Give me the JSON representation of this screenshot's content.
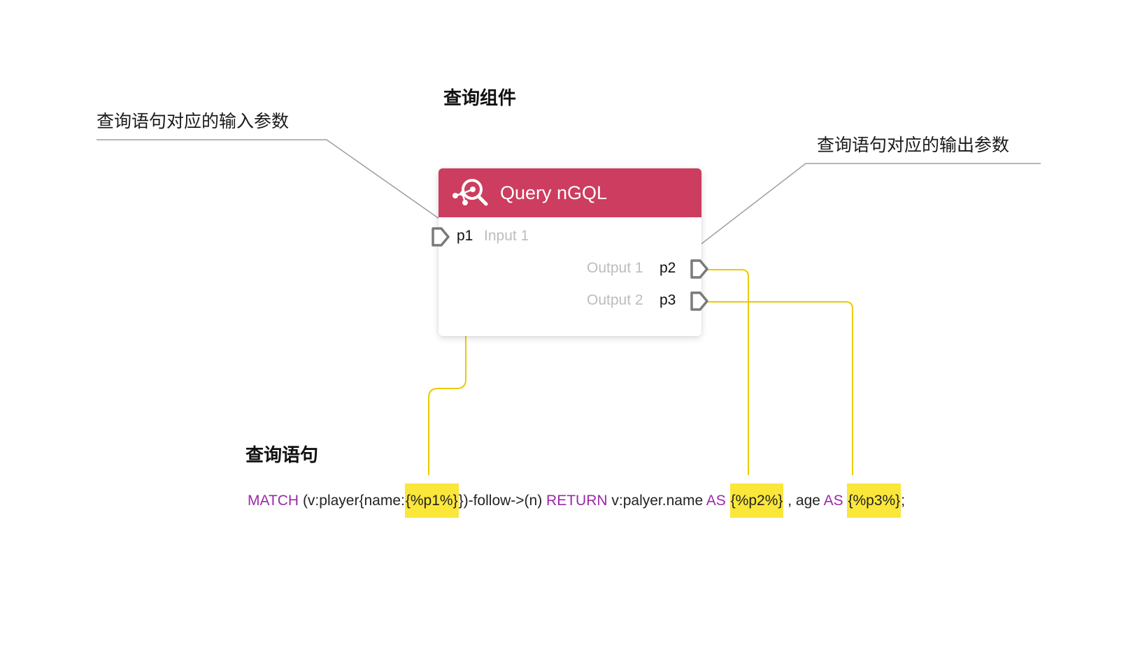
{
  "headings": {
    "component": "查询组件",
    "statement": "查询语句"
  },
  "callouts": {
    "input": "查询语句对应的输入参数",
    "output": "查询语句对应的输出参数"
  },
  "node": {
    "title": "Query nGQL",
    "icon": "query-search-icon",
    "header_color": "#cc3d5f",
    "inputs": [
      {
        "param": "p1",
        "label": "Input 1"
      }
    ],
    "outputs": [
      {
        "param": "p2",
        "label": "Output 1"
      },
      {
        "param": "p3",
        "label": "Output 2"
      }
    ]
  },
  "code": {
    "tokens": [
      {
        "text": "MATCH",
        "kind": "keyword"
      },
      {
        "text": " (v:player{name:",
        "kind": "plain"
      },
      {
        "text": "{%p1%}",
        "kind": "param"
      },
      {
        "text": "})-follow->(n) ",
        "kind": "plain"
      },
      {
        "text": "RETURN",
        "kind": "keyword"
      },
      {
        "text": " v:palyer.name ",
        "kind": "plain"
      },
      {
        "text": "AS",
        "kind": "keyword"
      },
      {
        "text": " ",
        "kind": "plain"
      },
      {
        "text": "{%p2%}",
        "kind": "param"
      },
      {
        "text": " , age ",
        "kind": "plain"
      },
      {
        "text": "AS",
        "kind": "keyword"
      },
      {
        "text": " ",
        "kind": "plain"
      },
      {
        "text": "{%p3%}",
        "kind": "param"
      },
      {
        "text": ";",
        "kind": "plain"
      }
    ]
  },
  "colors": {
    "keyword": "#9b2aa6",
    "highlight": "#fbe63a",
    "connector": "#e8cc00",
    "leader": "#9e9e9e"
  }
}
